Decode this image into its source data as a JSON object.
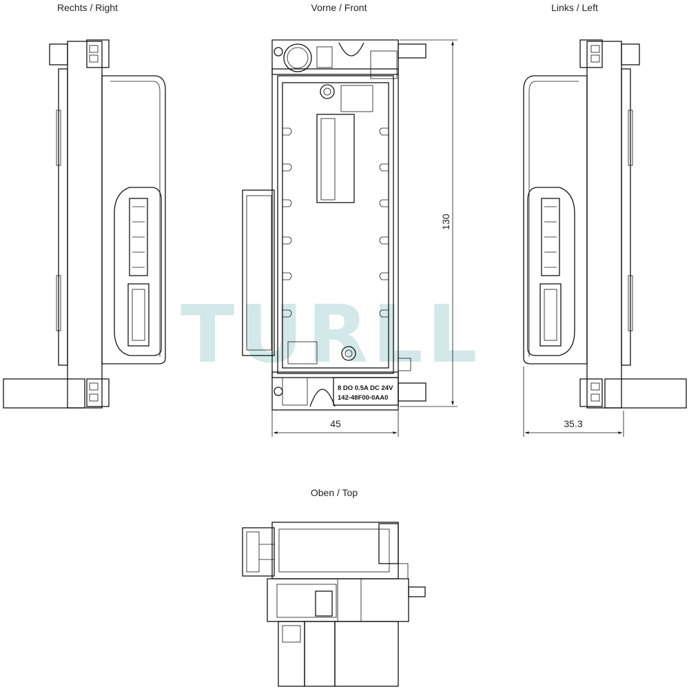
{
  "views": {
    "right": "Rechts / Right",
    "front": "Vorne / Front",
    "left": "Links / Left",
    "top": "Oben / Top"
  },
  "dimensions": {
    "height": "130",
    "front_width": "45",
    "side_width": "35.3"
  },
  "label_plate": {
    "line1": "8 DO 0.5A DC 24V",
    "line2": "142-48F00-0AA0"
  },
  "watermark": "TURLL"
}
